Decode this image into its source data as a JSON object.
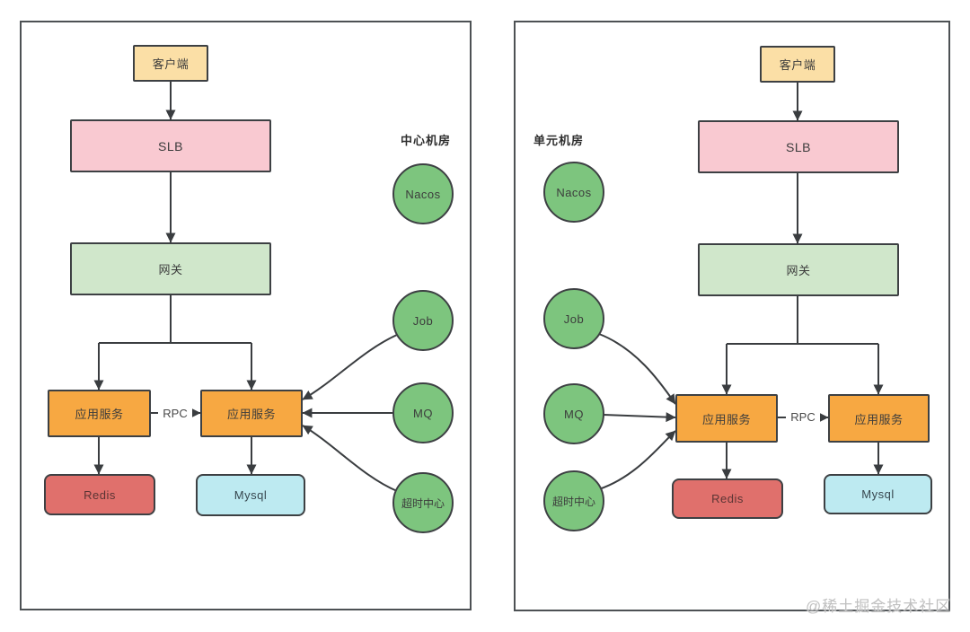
{
  "page": {
    "watermark": "@稀土掘金技术社区"
  },
  "colors": {
    "client-fill": "#FBDFA6",
    "slb-fill": "#F9C9D1",
    "gateway-fill": "#D0E7CB",
    "app-fill": "#F7A842",
    "redis-fill": "#E0706C",
    "mysql-fill": "#BDEAF1",
    "circle-fill": "#7DC57E",
    "node-border": "#3D4043",
    "panel-border": "#4D5154",
    "line": "#3A3D40",
    "watermark": "#C0C0C0"
  },
  "left": {
    "region_label": "中心机房",
    "rpc_label": "RPC",
    "nodes": {
      "client": "客户端",
      "slb": "SLB",
      "gateway": "网关",
      "app_a": "应用服务",
      "app_b": "应用服务",
      "redis": "Redis",
      "mysql": "Mysql",
      "nacos": "Nacos",
      "job": "Job",
      "mq": "MQ",
      "timeout_center": "超时中心"
    }
  },
  "right": {
    "region_label": "单元机房",
    "rpc_label": "RPC",
    "nodes": {
      "client": "客户端",
      "slb": "SLB",
      "gateway": "网关",
      "app_a": "应用服务",
      "app_b": "应用服务",
      "redis": "Redis",
      "mysql": "Mysql",
      "nacos": "Nacos",
      "job": "Job",
      "mq": "MQ",
      "timeout_center": "超时中心"
    }
  }
}
